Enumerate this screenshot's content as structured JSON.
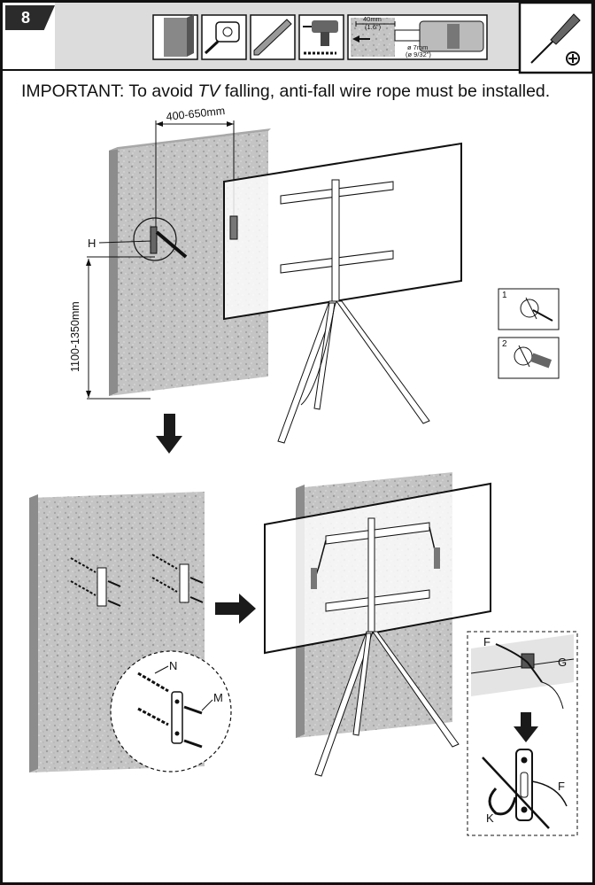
{
  "header": {
    "step_number": "8",
    "tool_icons": [
      "wall-icon",
      "tape-measure-icon",
      "pencil-icon",
      "drill-icon",
      "drill-depth-icon"
    ],
    "drill_spec": {
      "depth_mm": "40mm",
      "depth_in": "(1.6\")",
      "bit_mm": "ø 7mm",
      "bit_in": "(ø 9/32\")"
    },
    "screwdriver_icon": "phillips-screwdriver-icon"
  },
  "warning": {
    "prefix": "IMPORTANT: To avoid ",
    "emphasis": "TV",
    "suffix": " falling, anti-fall wire rope must be installed."
  },
  "figure_top": {
    "width_label": "400-650mm",
    "height_label": "1100-1350mm",
    "part_h": "H",
    "substep_1": "1",
    "substep_2": "2"
  },
  "figure_bottom": {
    "part_n": "N",
    "part_m": "M"
  },
  "inset": {
    "part_f_top": "F",
    "part_g": "G",
    "part_f_bottom": "F",
    "part_k": "K"
  },
  "colors": {
    "badge": "#2b2b2b",
    "header_bg": "#dcdcdc",
    "wall_face": "#bdbdbd",
    "wall_side": "#8c8c8c",
    "line": "#111111"
  }
}
